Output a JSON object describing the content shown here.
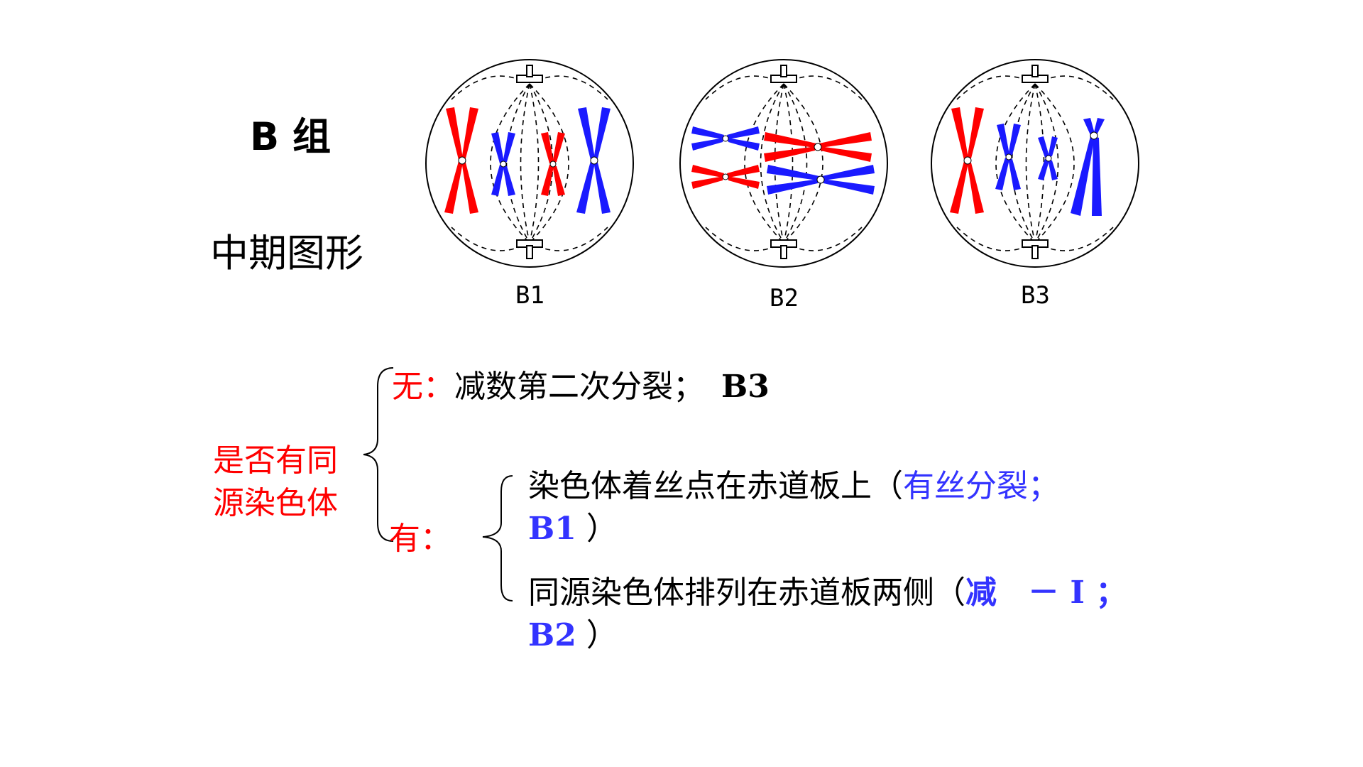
{
  "header": {
    "group_title": "B 组",
    "subtitle": "中期图形"
  },
  "cells": [
    {
      "label": "B1"
    },
    {
      "label": "B2"
    },
    {
      "label": "B3"
    }
  ],
  "colors": {
    "maternal": "#ff0000",
    "paternal": "#1a1aff",
    "answer": "#3333ff",
    "question": "#ff0000"
  },
  "question": {
    "line1": "是否有同",
    "line2": "源染色体"
  },
  "branch_no": {
    "label": "无：",
    "text": "减数第二次分裂；",
    "answer": "B3"
  },
  "branch_yes": {
    "label": "有："
  },
  "sub1": {
    "text": "染色体着丝点在赤道板上（",
    "answer": "有丝分裂；",
    "answer2": "B1",
    "close": "）"
  },
  "sub2": {
    "text": "同源染色体排列在赤道板两侧（",
    "answer": "减　－ I ；",
    "answer2": "B2",
    "close": "）"
  }
}
